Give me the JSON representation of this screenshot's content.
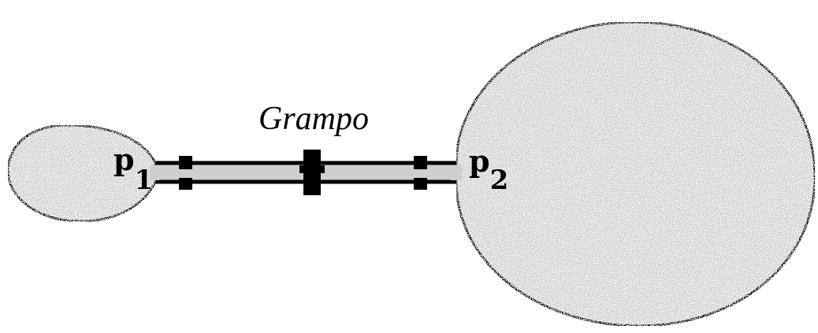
{
  "diagram": {
    "clamp_label": "Grampo",
    "left_balloon": {
      "pressure_main": "p",
      "pressure_sub": "1"
    },
    "right_balloon": {
      "pressure_main": "p",
      "pressure_sub": "2"
    }
  },
  "colors": {
    "balloon_fill": "#cfcfcf",
    "outline": "#000000",
    "background": "#ffffff"
  }
}
